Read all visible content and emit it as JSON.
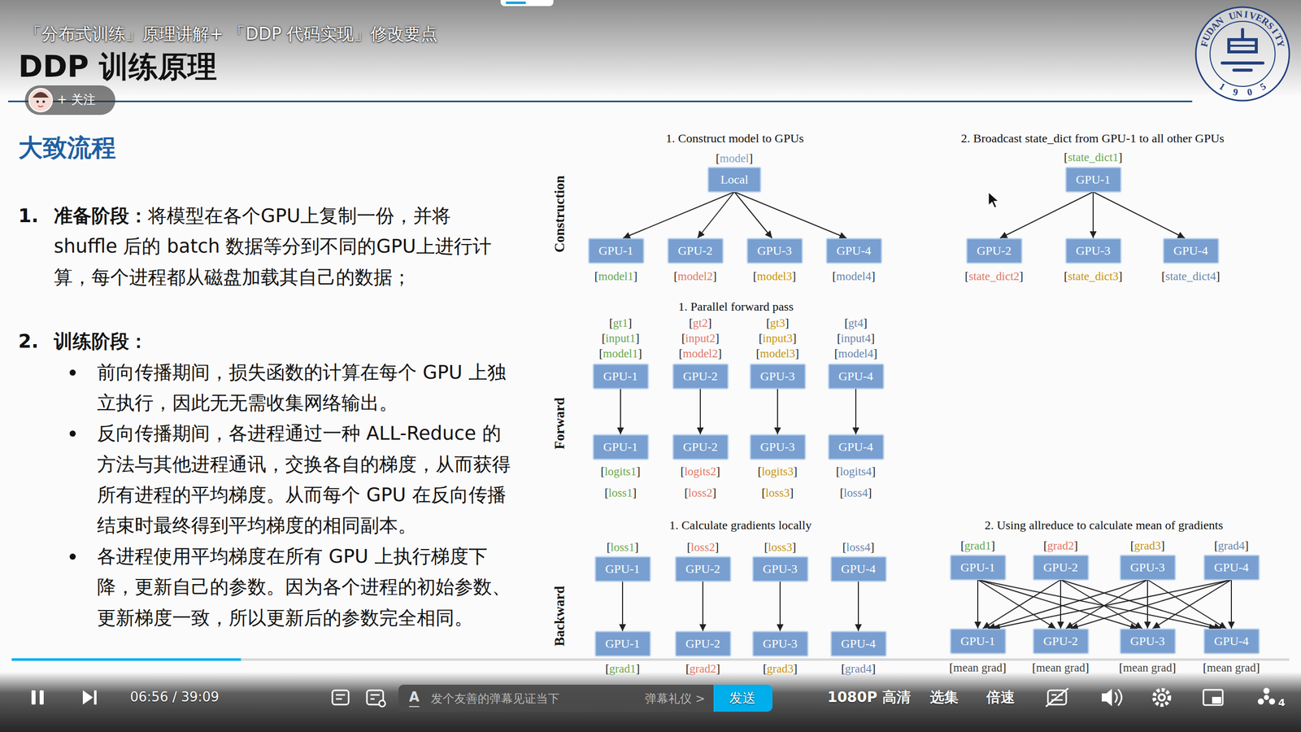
{
  "diagram": {
    "nodes": [
      {
        "text": [
          "Local"
        ]
      },
      {
        "text": [
          "GPU-1"
        ]
      },
      {
        "text": [
          "GPU-1"
        ]
      },
      {
        "text": [
          "GPU-2"
        ]
      },
      {
        "text": [
          "GPU-3"
        ]
      },
      {
        "text": [
          "GPU-4"
        ]
      },
      {
        "text": [
          "GPU-2"
        ]
      },
      {
        "text": [
          "GPU-3"
        ]
      },
      {
        "text": [
          "GPU-4"
        ]
      },
      {
        "text": [
          "GPU-1"
        ]
      },
      {
        "text": [
          "GPU-2"
        ]
      },
      {
        "text": [
          "GPU-3"
        ]
      },
      {
        "text": [
          "GPU-4"
        ]
      },
      {
        "text": [
          "GPU-1"
        ]
      },
      {
        "text": [
          "GPU-2"
        ]
      },
      {
        "text": [
          "GPU-3"
        ]
      },
      {
        "text": [
          "GPU-4"
        ]
      },
      {
        "text": [
          "GPU-1"
        ]
      },
      {
        "text": [
          "GPU-2"
        ]
      },
      {
        "text": [
          "GPU-3"
        ]
      },
      {
        "text": [
          "GPU-4"
        ]
      },
      {
        "text": [
          "GPU-1"
        ]
      },
      {
        "text": [
          "GPU-2"
        ]
      },
      {
        "text": [
          "GPU-3"
        ]
      },
      {
        "text": [
          "GPU-4"
        ]
      },
      {
        "text": [
          "GPU-1"
        ]
      },
      {
        "text": [
          "GPU-2"
        ]
      },
      {
        "text": [
          "GPU-3"
        ]
      },
      {
        "text": [
          "GPU-4"
        ]
      },
      {
        "text": [
          "GPU-1"
        ]
      },
      {
        "text": [
          "GPU-2"
        ]
      },
      {
        "text": [
          "GPU-3"
        ]
      },
      {
        "text": [
          "GPU-4"
        ]
      }
    ],
    "edges": [
      {
        "from": 0,
        "to": 2,
        "arrow": "to"
      },
      {
        "from": 0,
        "to": 3,
        "arrow": "to"
      },
      {
        "from": 0,
        "to": 4,
        "arrow": "to"
      },
      {
        "from": 0,
        "to": 5,
        "arrow": "to"
      },
      {
        "from": 1,
        "to": 6,
        "arrow": "to"
      },
      {
        "from": 1,
        "to": 7,
        "arrow": "to"
      },
      {
        "from": 1,
        "to": 8,
        "arrow": "to"
      },
      {
        "from": 9,
        "to": 13,
        "arrow": "to"
      },
      {
        "from": 10,
        "to": 14,
        "arrow": "to"
      },
      {
        "from": 11,
        "to": 15,
        "arrow": "to"
      },
      {
        "from": 12,
        "to": 16,
        "arrow": "to"
      },
      {
        "from": 17,
        "to": 25,
        "arrow": "to"
      },
      {
        "from": 18,
        "to": 26,
        "arrow": "to"
      },
      {
        "from": 19,
        "to": 27,
        "arrow": "to"
      },
      {
        "from": 20,
        "to": 28,
        "arrow": "to"
      },
      {
        "from": 21,
        "to": 29,
        "arrow": "to"
      },
      {
        "from": 21,
        "to": 30,
        "arrow": "to"
      },
      {
        "from": 21,
        "to": 31,
        "arrow": "to"
      },
      {
        "from": 21,
        "to": 32,
        "arrow": "to"
      },
      {
        "from": 22,
        "to": 29,
        "arrow": "to"
      },
      {
        "from": 22,
        "to": 30,
        "arrow": "to"
      },
      {
        "from": 22,
        "to": 31,
        "arrow": "to"
      },
      {
        "from": 22,
        "to": 32,
        "arrow": "to"
      },
      {
        "from": 23,
        "to": 29,
        "arrow": "to"
      },
      {
        "from": 23,
        "to": 30,
        "arrow": "to"
      },
      {
        "from": 23,
        "to": 31,
        "arrow": "to"
      },
      {
        "from": 23,
        "to": 32,
        "arrow": "to"
      },
      {
        "from": 24,
        "to": 29,
        "arrow": "to"
      },
      {
        "from": 24,
        "to": 30,
        "arrow": "to"
      },
      {
        "from": 24,
        "to": 31,
        "arrow": "to"
      },
      {
        "from": 24,
        "to": 32,
        "arrow": "to"
      }
    ],
    "labels": [
      "「分布式训练」原理讲解+ 「DDP 代码实现」修改要点",
      "DDP 训练原理",
      "+ 关注",
      "FUDAN UNIVERSITY",
      "1905",
      "大致流程",
      "1.",
      "准备阶段：",
      "将模型在各个GPU上复制一份，并将 shuffle 后的 batch 数据等分到不同的GPU上进行计算，每个进程都从磁盘加载其自己的数据；",
      "2.",
      "训练阶段：",
      "前向传播期间，损失函数的计算在每个 GPU 上独立执行，因此无无需收集网络输出。",
      "反向传播期间，各进程通过一种 ALL-Reduce 的方法与其他进程通讯，交换各自的梯度，从而获得所有进程的平均梯度。从而每个 GPU 在反向传播结束时最终得到平均梯度的相同副本。",
      "各进程使用平均梯度在所有 GPU 上执行梯度下降，更新自己的参数。因为各个进程的初始参数、更新梯度一致，所以更新后的参数完全相同。",
      "Construction",
      "Forward",
      "Backward",
      "1. Construct model to GPUs",
      "[model]",
      "[model1]",
      "[model2]",
      "[model3]",
      "[model4]",
      "2. Broadcast state_dict from GPU-1 to all other GPUs",
      "[state_dict1]",
      "[state_dict2]",
      "[state_dict3]",
      "[state_dict4]",
      "1. Parallel forward pass",
      "[gt1]",
      "[gt2]",
      "[gt3]",
      "[gt4]",
      "[input1]",
      "[input2]",
      "[input3]",
      "[input4]",
      "[model1]",
      "[model2]",
      "[model3]",
      "[model4]",
      "[logits1]",
      "[logits2]",
      "[logits3]",
      "[logits4]",
      "[loss1]",
      "[loss2]",
      "[loss3]",
      "[loss4]",
      "1. Calculate gradients locally",
      "[loss1]",
      "[loss2]",
      "[loss3]",
      "[loss4]",
      "2. Using allreduce to calculate mean of gradients",
      "[grad1]",
      "[grad2]",
      "[grad3]",
      "[grad4]",
      "[grad1]",
      "[grad2]",
      "[grad3]",
      "[grad4]",
      "[mean grad]",
      "[mean grad]",
      "[mean grad]",
      "[mean grad]",
      "06:56 / 39:09",
      "A",
      "发个友善的弹幕见证当下",
      "弹幕礼仪 >",
      "发送",
      "1080P 高清",
      "选集",
      "倍速",
      "4"
    ]
  }
}
